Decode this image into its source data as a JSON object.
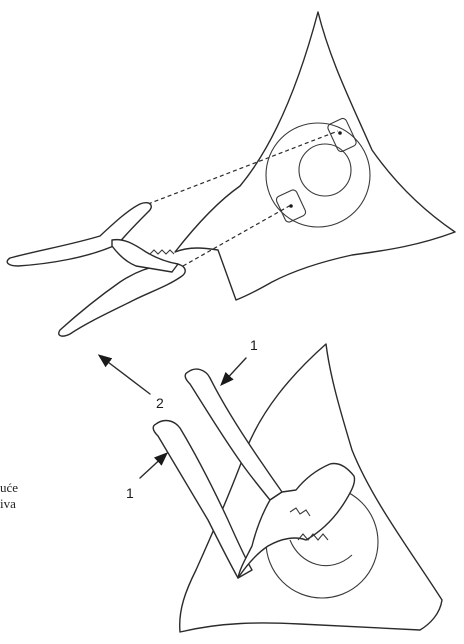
{
  "callouts": {
    "label_1_top": "1",
    "label_1_bottom": "1",
    "label_2": "2"
  },
  "side_text": {
    "line1": "uće",
    "line2": "iva"
  }
}
